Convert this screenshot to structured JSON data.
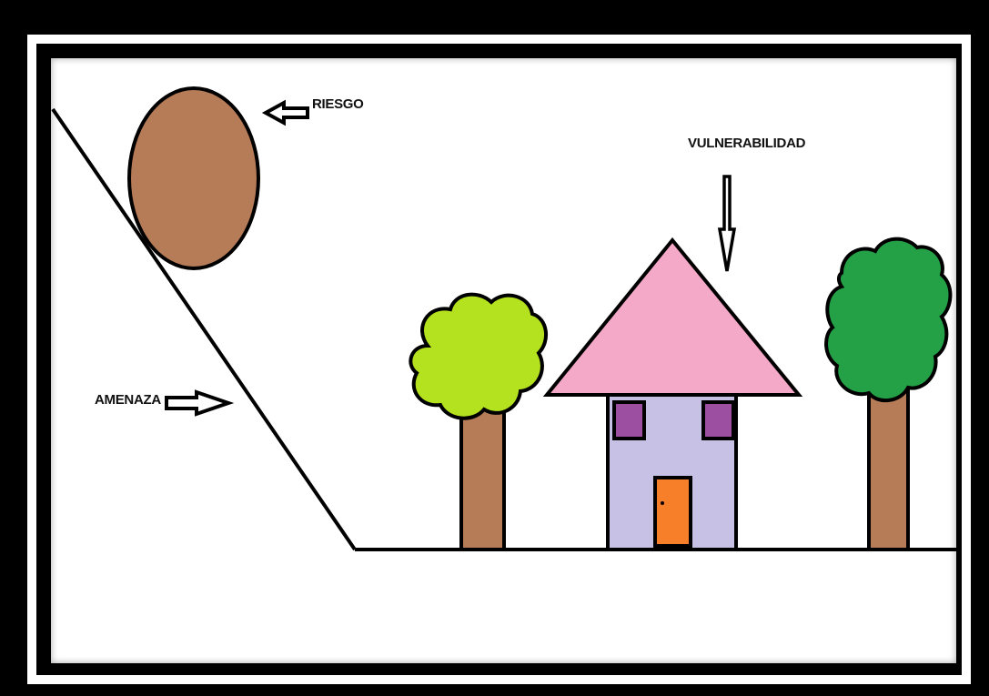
{
  "labels": {
    "riesgo": "RIESGO",
    "vulnerabilidad": "VULNERABILIDAD",
    "amenaza": "AMENAZA"
  },
  "colors": {
    "boulder": "#b67b57",
    "roof": "#f5a9c8",
    "walls": "#c7c1e6",
    "windows": "#9c4fa0",
    "door": "#f77f2a",
    "tree_left_crown": "#b5e21f",
    "tree_right_crown": "#24a046",
    "trunk": "#b67b57",
    "outline": "#000000",
    "frame": "#000000",
    "background": "#ffffff"
  }
}
